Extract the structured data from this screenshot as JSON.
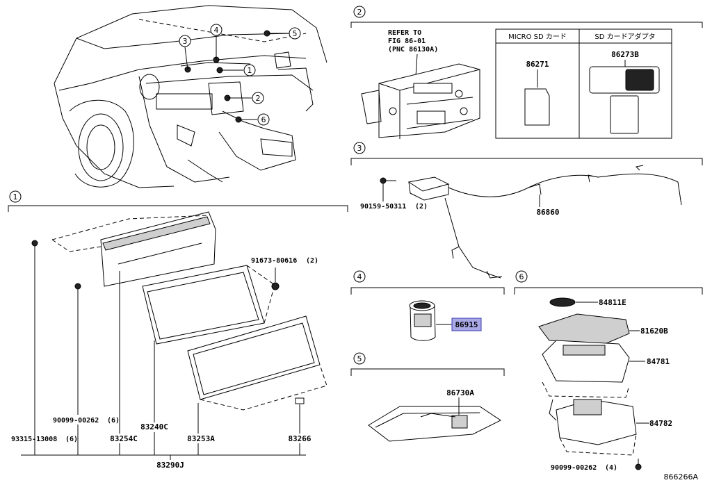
{
  "callouts": {
    "c1": "1",
    "c2": "2",
    "c3": "3",
    "c4": "4",
    "c5": "5",
    "c6": "6"
  },
  "section2": {
    "refer_line1": "REFER TO",
    "refer_line2": "FIG 86-01",
    "refer_line3": "(PNC 86130A)",
    "micro_sd_header": "MICRO SD カード",
    "sd_adapter_header": "SD カードアダプタ",
    "micro_sd_part": "86271",
    "sd_adapter_part": "86273B"
  },
  "section3": {
    "bolt_part": "90159-50311",
    "bolt_qty": "(2)",
    "wire_part": "86860"
  },
  "section1": {
    "clip_part": "91673-80616",
    "clip_qty": "(2)",
    "screw_part": "90099-00262",
    "screw_qty": "(6)",
    "screw2_part": "93315-13008",
    "screw2_qty": "(6)",
    "p83254C": "83254C",
    "p83240C": "83240C",
    "p83253A": "83253A",
    "p83266": "83266",
    "assy": "83290J"
  },
  "section4": {
    "part": "86915",
    "highlight_color": "#a9a9e6"
  },
  "section5": {
    "part": "86730A"
  },
  "section6": {
    "p84811E": "84811E",
    "p81620B": "81620B",
    "p84781": "84781",
    "p84782": "84782",
    "screw_part": "90099-00262",
    "screw_qty": "(4)"
  },
  "figure_id": "866266A"
}
